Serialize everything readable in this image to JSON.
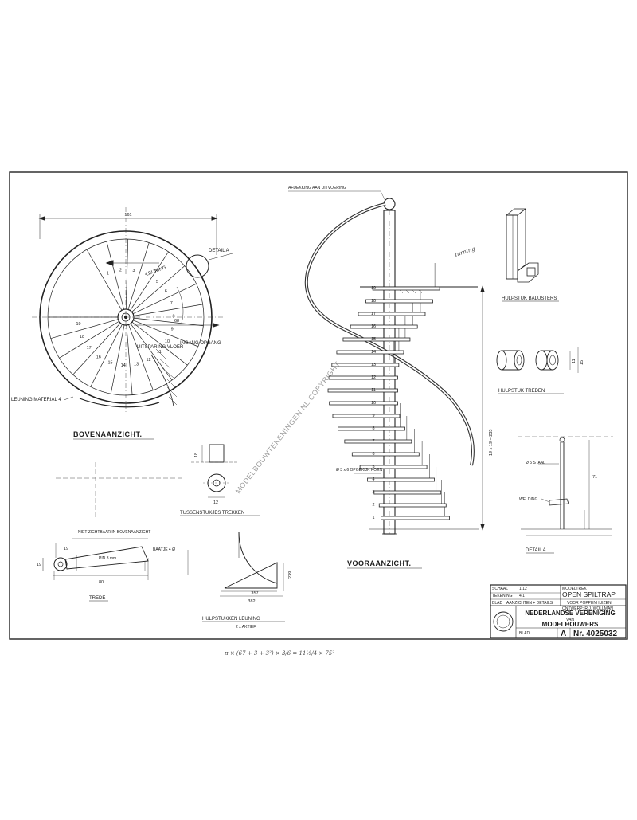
{
  "watermark": "MODELBOUWTEKENINGEN.NL COPYRIGHT",
  "views": {
    "top_view": "BOVENAANZICHT.",
    "front_view": "VOORAANZICHT.",
    "detail_a": "DETAIL A",
    "intermediate_pieces": "TUSSENSTUKJES TREKKEN",
    "tread": "TREDE",
    "handrail_aid": "HULPSTUKKEN LEUNING",
    "handrail_aid_sub": "2 x AKTIEF",
    "baluster_aid": "HULPSTUK BALUSTERS",
    "tread_aid": "HULPSTUK TREDEN"
  },
  "labels": {
    "detail_a_callout": "DETAIL A",
    "railing": "LEUNING",
    "railing_material": "LEUNING MATERIAL 4",
    "floor_cutout": "UITSPARING VLOER",
    "entrance": "INGANG OPGANG",
    "railing_top": "AFDEKKING AAN UITVOERING",
    "tube": "Ø 3 x 6 OPGEKIJK KOEN",
    "steel_rod": "Ø 5 STAAL",
    "weld": "WELDING ",
    "cut_from_top": "NIET ZICHTBAAR IN BOVENAANZICHT",
    "pin": "PIN 3 mm",
    "bead": "BAATJE 4 Ø"
  },
  "dimensions": {
    "top_width": "161",
    "radius": "68",
    "stair_height": "19 x 19 = 233",
    "detail_height": "71",
    "tread_length": "80",
    "tread_w": "19",
    "spacer_h": "18",
    "spacer_w": "12",
    "rail_w1": "357",
    "rail_w2": "382",
    "rail_h": "239",
    "tread_aid_w": "15",
    "tread_aid_h": "11",
    "tread_angle": "19"
  },
  "step_numbers": [
    "1",
    "2",
    "3",
    "4",
    "5",
    "6",
    "7",
    "8",
    "9",
    "10",
    "11",
    "12",
    "13",
    "14",
    "15",
    "16",
    "17",
    "18",
    "19"
  ],
  "title_block": {
    "scale_label": "SCHAAL",
    "scale_value": "1:12",
    "notation": "TEKENING",
    "notation_value": "4:1",
    "drawing_label": "BLAD",
    "drawing_value": "AANZICHTEN + DETAILS",
    "object_label": "MODELTREK",
    "title_main": "OPEN SPILTRAP",
    "title_sub": "VOOR POPPENHUIZEN",
    "designer": "ONTWERP: R.J. WOLLMAN",
    "org_line1": "NEDERLANDSE VERENIGING",
    "org_line2": "VAN",
    "org_line3": "MODELBOUWERS",
    "sheet_label": "BLAD",
    "sheet_value": "A",
    "number": "Nr. 4025032"
  },
  "handwritten": {
    "note_top": "turning",
    "formula": "π × (67 + 3 + 3²) × 3/6 = 11½/4 × 75²"
  }
}
